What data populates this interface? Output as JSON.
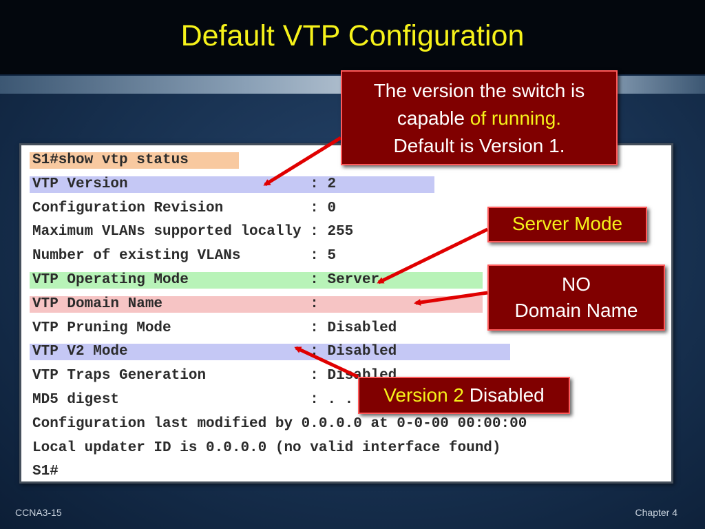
{
  "slide": {
    "title": "Default VTP Configuration",
    "footer_left": "CCNA3-15",
    "footer_right": "Chapter 4"
  },
  "terminal": {
    "lines": [
      "S1#show vtp status",
      "VTP Version                     : 2",
      "Configuration Revision          : 0",
      "Maximum VLANs supported locally : 255",
      "Number of existing VLANs        : 5",
      "VTP Operating Mode              : Server",
      "VTP Domain Name                 :",
      "VTP Pruning Mode                : Disabled",
      "VTP V2 Mode                     : Disabled",
      "VTP Traps Generation            : Disabled",
      "MD5 digest                      : . . . . . . .",
      "Configuration last modified by 0.0.0.0 at 0-0-00 00:00:00",
      "Local updater ID is 0.0.0.0 (no valid interface found)",
      "S1#"
    ]
  },
  "callouts": {
    "version": {
      "line1": "The version the switch is",
      "line2_a": "capable",
      "line2_b": " of running.",
      "line3": "Default is Version 1."
    },
    "server": "Server Mode",
    "domain": {
      "line1": "NO",
      "line2": "Domain Name"
    },
    "v2": {
      "a": "Version 2",
      "b": " Disabled"
    }
  },
  "colors": {
    "highlight_command": "#f8c9a0",
    "highlight_version": "#c5c8f5",
    "highlight_mode": "#b8f3b8",
    "highlight_domain": "#f6c4c4",
    "highlight_v2": "#c5c8f5",
    "title": "#f6f21a",
    "callout_bg": "#800000",
    "arrow": "#e00000"
  }
}
